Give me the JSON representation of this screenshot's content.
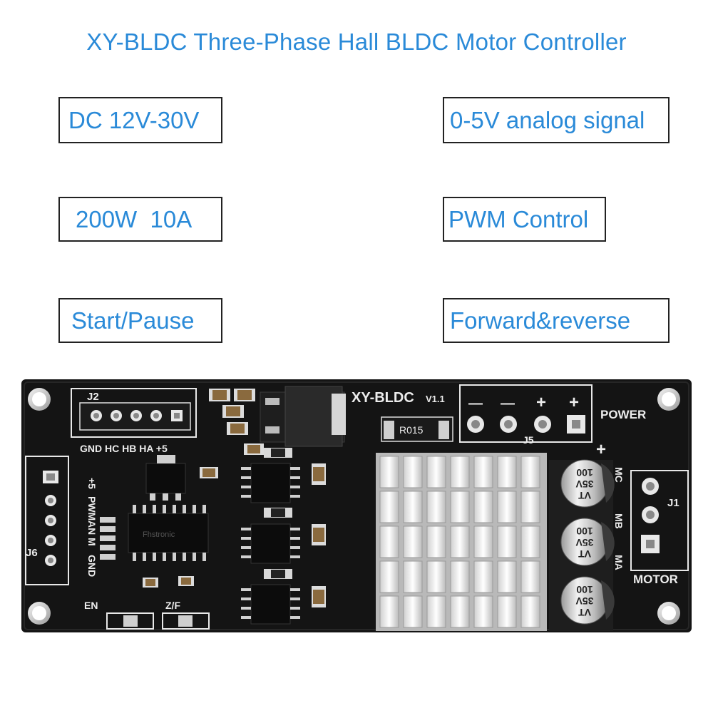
{
  "title": "XY-BLDC Three-Phase Hall BLDC Motor Controller",
  "specs": {
    "voltage": "DC 12V-30V",
    "power": "200W  10A",
    "enable": "Start/Pause",
    "analog": "0-5V analog signal",
    "pwm": "PWM Control",
    "direction": "Forward&reverse"
  },
  "board": {
    "model": "XY-BLDC",
    "version": "V1.1",
    "j2": "J2",
    "hall_pins": "GND HC  HB  HA +5",
    "j5": "J5",
    "power_label": "POWER",
    "power_polarity": [
      "—",
      "—",
      "+",
      "+"
    ],
    "plus_mark": "+",
    "resistor": "R015",
    "j1": "J1",
    "motor_label": "MOTOR",
    "motor_pins": [
      "MC",
      "MB",
      "MA"
    ],
    "j6": "J6",
    "j6_pins": [
      "+5",
      "PWM",
      "AN",
      "M",
      "GND"
    ],
    "en": "EN",
    "zf": "Z/F",
    "cap_value": "100",
    "cap_voltage": "35V",
    "cap_series": "VT",
    "chip_text": "Fhstronic"
  }
}
